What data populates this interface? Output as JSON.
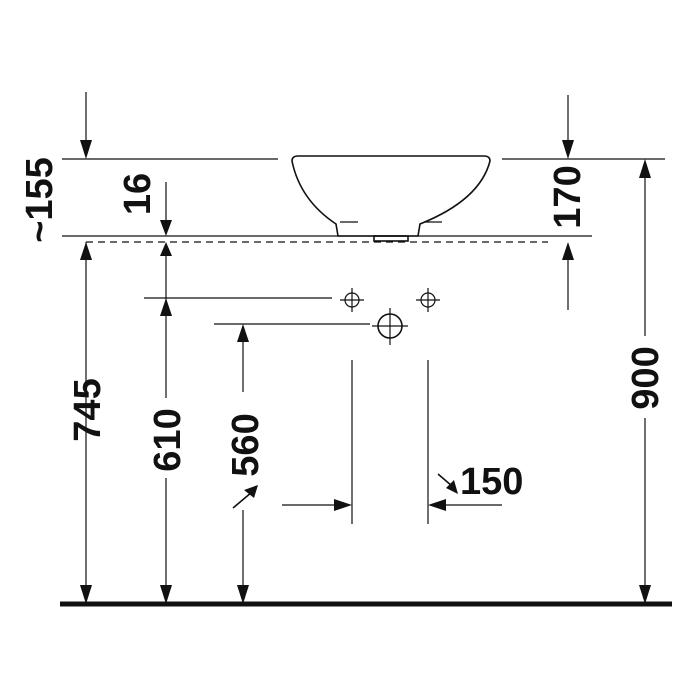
{
  "dimensions": {
    "approx_155": "~155",
    "d16": "16",
    "d170": "170",
    "d745": "745",
    "d610": "610",
    "d560": "560",
    "d900": "900",
    "d150": "150"
  },
  "colors": {
    "ink": "#111111",
    "background": "#ffffff"
  }
}
